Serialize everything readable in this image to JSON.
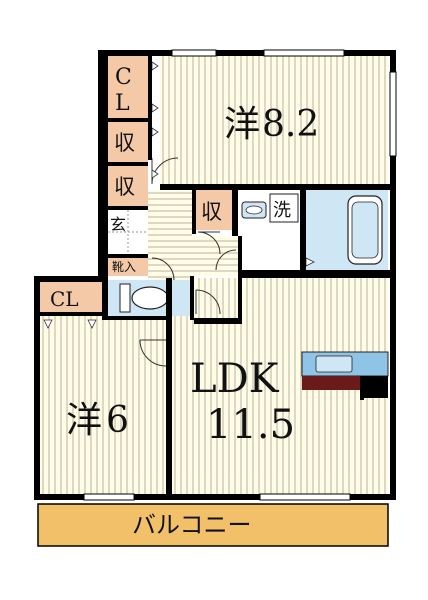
{
  "floor_plan": {
    "colors": {
      "wall": "#000000",
      "room_stripe_bg": "#fffde8",
      "room_stripe_line": "#b8b49a",
      "closet": "#f3c9a8",
      "wet_area": "#cfe6f5",
      "balcony": "#f3c06a",
      "kitchen_counter": "#8fc4e6",
      "kitchen_dark": "#6a1a1a"
    },
    "labels": {
      "bedroom_north_type": "洋",
      "bedroom_north_size": "8.2",
      "bedroom_west_type": "洋",
      "bedroom_west_size": "6",
      "ldk_type": "LDK",
      "ldk_size": "11.5",
      "closet_north_c": "C",
      "closet_north_l": "L",
      "storage_1": "収",
      "storage_2": "収",
      "storage_3": "収",
      "entrance": "玄",
      "shoe_storage": "靴入",
      "laundry": "洗",
      "closet_west": "CL",
      "balcony": "バルコニー"
    }
  }
}
